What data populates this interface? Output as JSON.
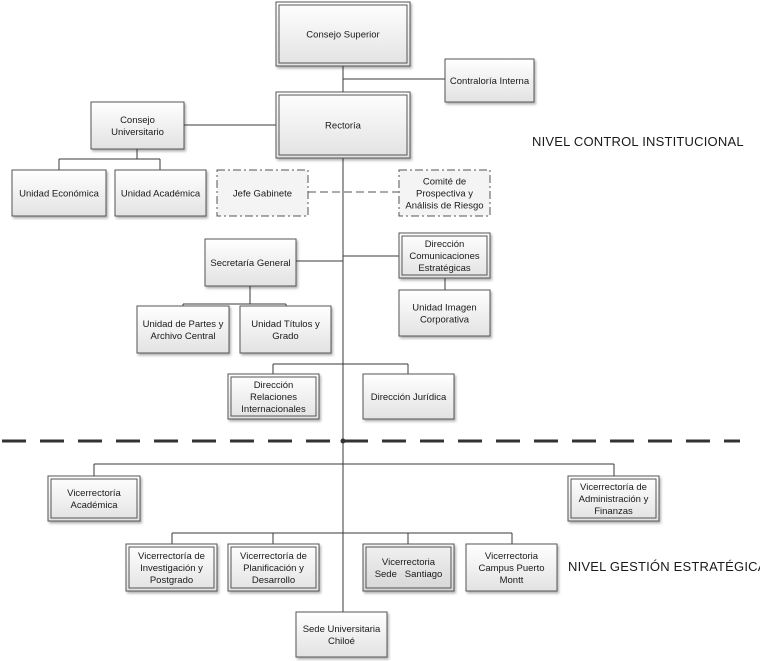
{
  "boxes": {
    "consejo_superior": {
      "label": [
        "Consejo Superior"
      ]
    },
    "contraloria": {
      "label": [
        "Contraloría Interna"
      ]
    },
    "rectoria": {
      "label": [
        "Rectoría"
      ]
    },
    "consejo_universitario": {
      "label": [
        "Consejo",
        "Universitario"
      ]
    },
    "unidad_economica": {
      "label": [
        "Unidad Económica"
      ]
    },
    "unidad_academica": {
      "label": [
        "Unidad Académica"
      ]
    },
    "jefe_gabinete": {
      "label": [
        "Jefe Gabinete"
      ]
    },
    "comite": {
      "label": [
        "Comité de",
        "Prospectiva y",
        "Análisis de Riesgo"
      ]
    },
    "secretaria_general": {
      "label": [
        "Secretaría General"
      ]
    },
    "dir_comunicaciones": {
      "label": [
        "Dirección",
        "Comunicaciones",
        "Estratégicas"
      ]
    },
    "unidad_imagen": {
      "label": [
        "Unidad Imagen",
        "Corporativa"
      ]
    },
    "unidad_partes": {
      "label": [
        "Unidad de Partes y",
        "Archivo Central"
      ]
    },
    "unidad_titulos": {
      "label": [
        "Unidad Títulos y",
        "Grado"
      ]
    },
    "dir_relaciones": {
      "label": [
        "Dirección",
        "Relaciones",
        "Internacionales"
      ]
    },
    "dir_juridica": {
      "label": [
        "Dirección Jurídica"
      ]
    },
    "vr_academica": {
      "label": [
        "Vicerrectoría",
        "Académica"
      ]
    },
    "vr_administracion": {
      "label": [
        "Vicerrectoría de",
        "Administración y",
        "Finanzas"
      ]
    },
    "vr_investigacion": {
      "label": [
        "Vicerrectoría de",
        "Investigación y",
        "Postgrado"
      ]
    },
    "vr_planificacion": {
      "label": [
        "Vicerrectoría de",
        "Planificación y",
        "Desarrollo"
      ]
    },
    "vr_santiago": {
      "label": [
        "Vicerrectoria",
        "Sede   Santiago"
      ]
    },
    "vr_puerto_montt": {
      "label": [
        "Vicerrectoria",
        "Campus Puerto",
        "Montt"
      ]
    },
    "sede_chiloe": {
      "label": [
        "Sede Universitaria",
        "Chiloé"
      ]
    }
  },
  "levels": {
    "control": "NIVEL CONTROL INSTITUCIONAL",
    "gestion": "NIVEL GESTIÓN ESTRATÉGICA"
  },
  "colors": {
    "line": "#3a3a3a",
    "box_border": "#555555",
    "box_fill_top": "#ffffff",
    "box_fill_bottom": "#e4e4e4",
    "separator": "#333333"
  }
}
